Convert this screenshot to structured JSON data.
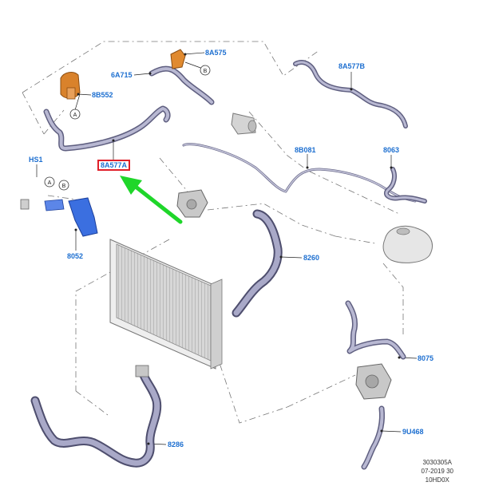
{
  "labels": {
    "p8A575": "8A575",
    "p6A715": "6A715",
    "p8B552": "8B552",
    "p8A577B": "8A577B",
    "p8A577A": "8A577A",
    "p8B081": "8B081",
    "p8063": "8063",
    "HS1": "HS1",
    "p8052": "8052",
    "p8260": "8260",
    "p8075": "8075",
    "p8286": "8286",
    "p9U468": "9U468"
  },
  "callouts": {
    "A": "A",
    "B": "B"
  },
  "drawing_code": [
    "3030305A",
    "07-2019 30",
    "10HD0X"
  ],
  "colors": {
    "label_blue": "#1d6fd0",
    "highlight_red": "#e0202a",
    "arrow_green": "#1fd62a",
    "hose_purple": "#9a9ab8",
    "bracket_blue": "#2d5fd8",
    "part_orange": "#e08a30"
  }
}
